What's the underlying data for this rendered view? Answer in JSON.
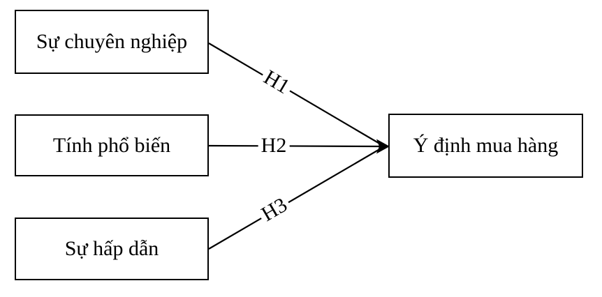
{
  "diagram": {
    "type": "conceptual-research-model",
    "colors": {
      "background": "#ffffff",
      "stroke": "#000000",
      "text": "#000000"
    },
    "boxes": [
      {
        "id": "su-chuyen-nghiep",
        "label": "Sự chuyên nghiệp"
      },
      {
        "id": "tinh-pho-bien",
        "label": "Tính phổ biến"
      },
      {
        "id": "su-hap-dan",
        "label": "Sự hấp dẫn"
      },
      {
        "id": "y-dinh-mua-hang",
        "label": "Ý định mua hàng"
      }
    ],
    "arrows": [
      {
        "label": "H1",
        "from": "Sự chuyên nghiệp",
        "to": "Ý định mua hàng"
      },
      {
        "label": "H2",
        "from": "Tính phổ biến",
        "to": "Ý định mua hàng"
      },
      {
        "label": "H3",
        "from": "Sự hấp dẫn",
        "to": "Ý định mua hàng"
      }
    ]
  }
}
